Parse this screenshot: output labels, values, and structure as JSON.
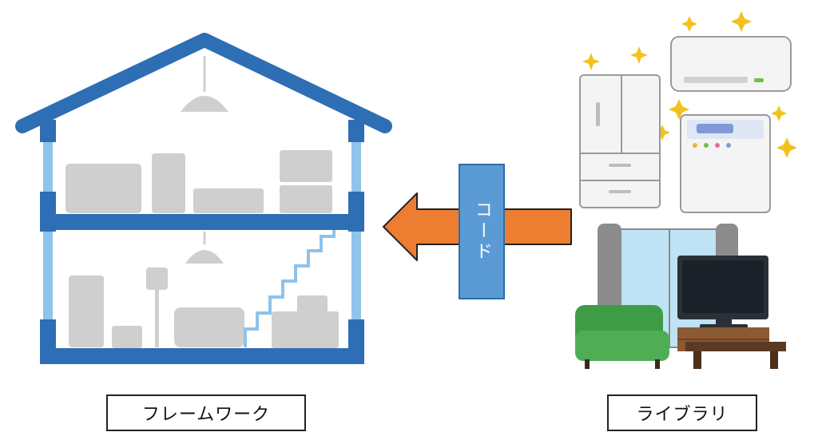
{
  "captions": {
    "framework": "フレームワーク",
    "library": "ライブラリ"
  },
  "arrow": {
    "label": "コード",
    "fill_color": "#ed7d31",
    "label_color": "#5b9bd5"
  },
  "colors": {
    "house_frame": "#2e6eb5",
    "house_pillar": "#8ec3ea",
    "furniture": "#cfcfcf",
    "star": "#f3c21a"
  }
}
